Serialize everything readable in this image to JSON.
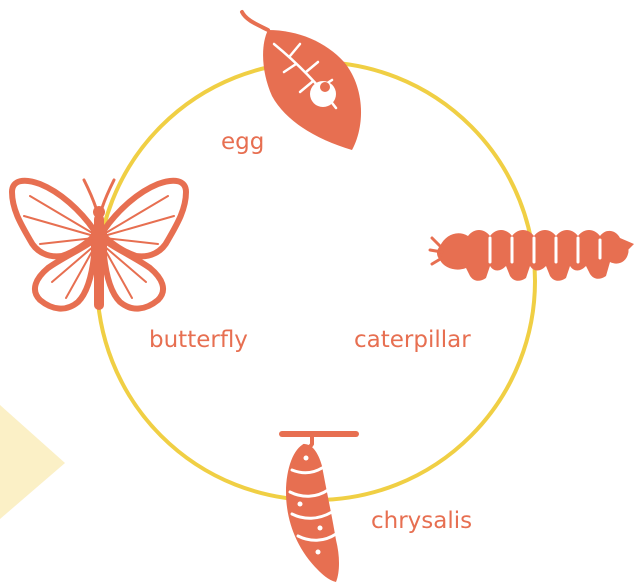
{
  "colors": {
    "accent": "#e76f51",
    "cycle_ring": "#f0cf44",
    "highlight": "#fbf0c6",
    "background": "#ffffff"
  },
  "stages": {
    "egg": {
      "label": "egg",
      "icon": "leaf-with-egg-icon"
    },
    "caterpillar": {
      "label": "caterpillar",
      "icon": "caterpillar-icon"
    },
    "chrysalis": {
      "label": "chrysalis",
      "icon": "chrysalis-icon"
    },
    "butterfly": {
      "label": "butterfly",
      "icon": "butterfly-icon"
    }
  }
}
